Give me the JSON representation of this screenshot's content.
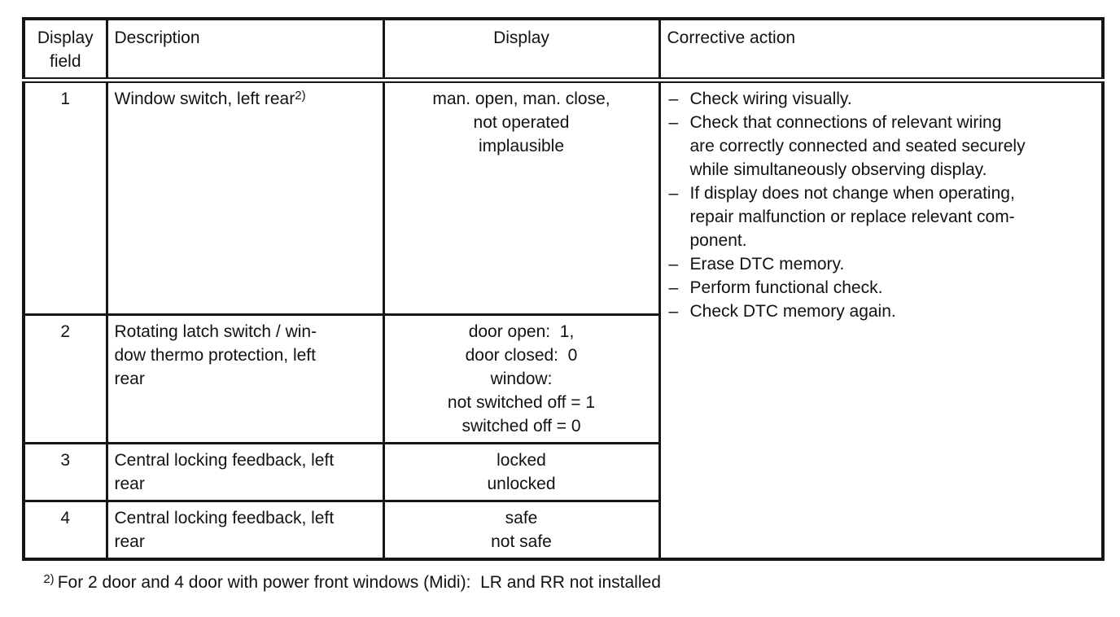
{
  "table": {
    "header": {
      "col1": "Display field",
      "col2": "Description",
      "col3": "Display",
      "col4": "Corrective action"
    },
    "rows": [
      {
        "field": "1",
        "description": "Window switch, left rear",
        "description_sup": "2)",
        "display_lines": [
          "man. open, man. close,",
          "not operated",
          "implausible"
        ]
      },
      {
        "field": "2",
        "description_lines": [
          "Rotating latch switch / win-",
          "dow thermo protection, left",
          "rear"
        ],
        "display_lines": [
          "door open:  1,",
          "door closed:  0",
          "window:",
          "not switched off = 1",
          "switched off = 0"
        ]
      },
      {
        "field": "3",
        "description_lines": [
          "Central locking feedback, left",
          "rear"
        ],
        "display_lines": [
          "locked",
          "unlocked"
        ]
      },
      {
        "field": "4",
        "description_lines": [
          "Central locking feedback, left",
          "rear"
        ],
        "display_lines": [
          "safe",
          "not safe"
        ]
      }
    ],
    "corrective": {
      "marker": "–",
      "items": [
        {
          "lines": [
            "Check wiring visually."
          ]
        },
        {
          "lines": [
            "Check that connections of relevant wiring",
            "are correctly connected and seated securely",
            "while simultaneously observing display."
          ]
        },
        {
          "lines": [
            "If display does not change when operating,",
            "repair malfunction or replace relevant com-",
            "ponent."
          ]
        },
        {
          "lines": [
            "Erase DTC memory."
          ]
        },
        {
          "lines": [
            "Perform functional check."
          ]
        },
        {
          "lines": [
            "Check DTC memory again."
          ]
        }
      ]
    },
    "footnote": {
      "sup": "2)",
      "text": "For 2 door and 4 door with power front windows (Midi):  LR and RR not installed"
    }
  }
}
